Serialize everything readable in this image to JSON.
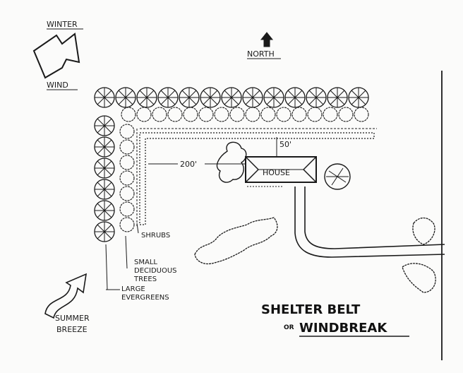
{
  "labels": {
    "winter": "WINTER",
    "wind": "WIND",
    "north": "NORTH",
    "house": "HOUSE",
    "distance_200": "200'",
    "distance_50": "50'",
    "shrubs": "SHRUBS",
    "small_deciduous_line1": "SMALL",
    "small_deciduous_line2": "DECIDUOUS",
    "small_deciduous_line3": "TREES",
    "large_evergreens_line1": "LARGE",
    "large_evergreens_line2": "EVERGREENS",
    "summer_line1": "SUMMER",
    "summer_line2": "BREEZE",
    "title_line1": "SHELTER BELT",
    "title_or": "OR",
    "title_line2": "WINDBREAK"
  },
  "colors": {
    "ink": "#1a1a1a",
    "paper": "#fbfbfa"
  }
}
